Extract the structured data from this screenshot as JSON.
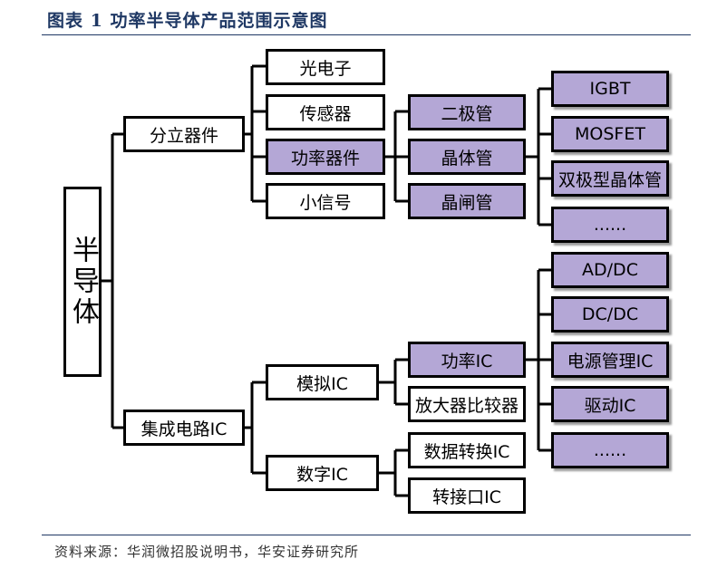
{
  "title": "图表 1 功率半导体产品范围示意图",
  "source": "资料来源：华润微招股说明书，华安证券研究所",
  "colors": {
    "highlight": "#b4a7d6",
    "border": "#000000",
    "heading": "#1f3864"
  },
  "root": "半导体",
  "discrete": {
    "label": "分立器件",
    "children": [
      "光电子",
      "传感器",
      "功率器件",
      "小信号"
    ],
    "power_children": [
      "二极管",
      "晶体管",
      "晶闸管"
    ],
    "transistor_children": [
      "IGBT",
      "MOSFET",
      "双极型晶体管",
      "......"
    ]
  },
  "ic": {
    "label": "集成电路IC",
    "children": [
      "模拟IC",
      "数字IC"
    ],
    "analog_children": [
      "功率IC",
      "放大器比较器"
    ],
    "power_ic_children": [
      "AD/DC",
      "DC/DC",
      "电源管理IC",
      "驱动IC",
      "......"
    ],
    "digital_children": [
      "数据转换IC",
      "转接口IC"
    ]
  }
}
